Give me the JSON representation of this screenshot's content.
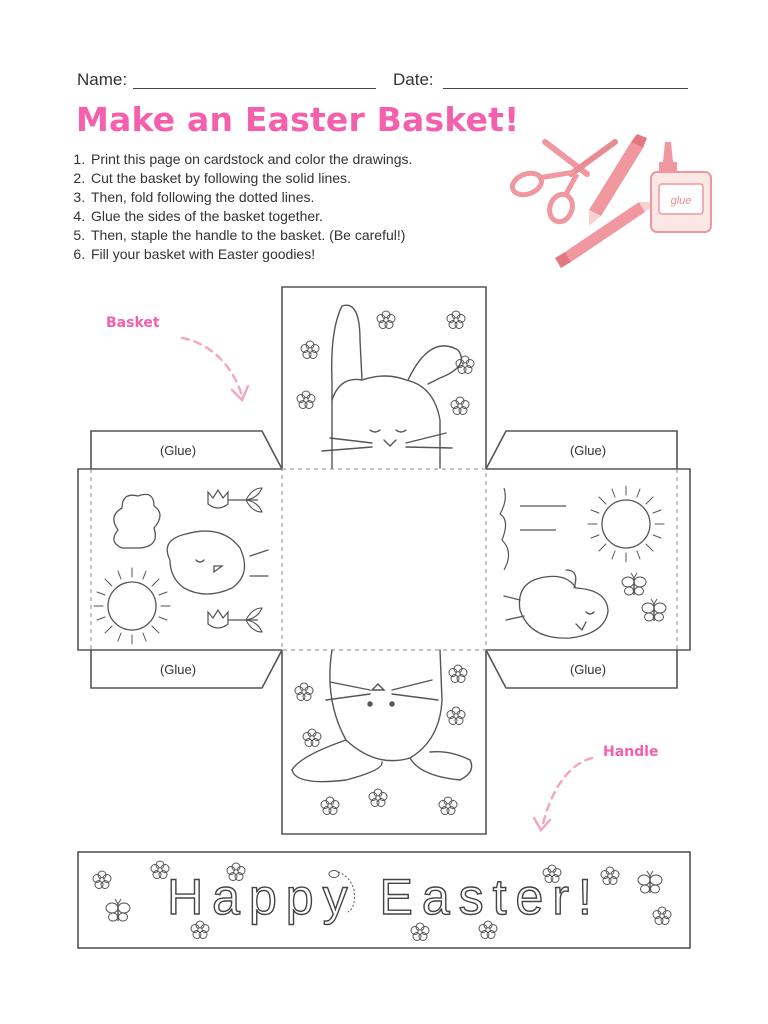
{
  "header": {
    "name_label": "Name:",
    "date_label": "Date:"
  },
  "title": "Make an Easter Basket!",
  "steps": [
    "Print this page on cardstock and color the drawings.",
    "Cut the basket by following the solid lines.",
    "Then, fold following the dotted lines.",
    "Glue the sides of the basket together.",
    "Then, staple the handle to the basket. (Be careful!)",
    "Fill your basket with Easter goodies!"
  ],
  "labels": {
    "basket": "Basket",
    "handle": "Handle"
  },
  "glue_flaps": {
    "top_left": "(Glue)",
    "top_right": "(Glue)",
    "bottom_left": "(Glue)",
    "bottom_right": "(Glue)"
  },
  "glue_bottle_label": "glue",
  "handle_text": "Happy Easter!",
  "colors": {
    "accent_pink": "#f45fae",
    "supplies_pink": "#f0979f",
    "line": "#555555"
  },
  "icons": {
    "supplies": "scissors-pencils-glue-icon",
    "bunny": "bunny-icon",
    "chick": "chick-icon",
    "sun": "sun-icon",
    "flower": "flower-icon",
    "butterfly": "butterfly-icon",
    "tulip": "tulip-icon",
    "cloud": "cloud-icon",
    "arrow": "dashed-arrow-icon"
  }
}
